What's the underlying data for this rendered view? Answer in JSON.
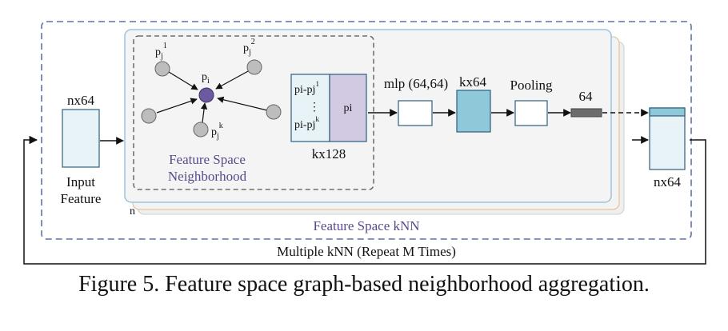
{
  "diagram": {
    "input_dim": "nx64",
    "input_label_line1": "Input",
    "input_label_line2": "Feature",
    "neighborhood_title_line1": "Feature Space",
    "neighborhood_title_line2": "Neighborhood",
    "center_point": "p",
    "center_point_sub": "i",
    "neighbor_point": "p",
    "neighbor_sub": "j",
    "neighbor_sup_1": "1",
    "neighbor_sup_2": "2",
    "neighbor_sup_k": "k",
    "matrix_row1": "pi-pj",
    "matrix_row1_sup": "1",
    "matrix_dots": "⋮",
    "matrix_rowk": "pi-pj",
    "matrix_rowk_sup": "k",
    "matrix_right": "pi",
    "matrix_dim": "kx128",
    "mlp_label": "mlp (64,64)",
    "kx64_label": "kx64",
    "pooling_label": "Pooling",
    "pooled_dim": "64",
    "output_dim": "nx64",
    "stack_n": "n",
    "outer_label": "Feature Space kNN",
    "repeat_label": "Multiple kNN (Repeat M Times)",
    "caption": "Figure 5. Feature space graph-based neighborhood aggregation."
  },
  "colors": {
    "feature_fill": "#e8f3f8",
    "feature_stroke": "#2e5e7e",
    "kx64_fill": "#8fc8d8",
    "center_node": "#6b5a9e",
    "neighbor_node": "#bdbdbd",
    "matrix_right_fill": "#d2c9e3",
    "pooled_bar": "#6d6d6d",
    "outer_dashed": "#5c74a8",
    "label_purple": "#5b4a8b"
  }
}
